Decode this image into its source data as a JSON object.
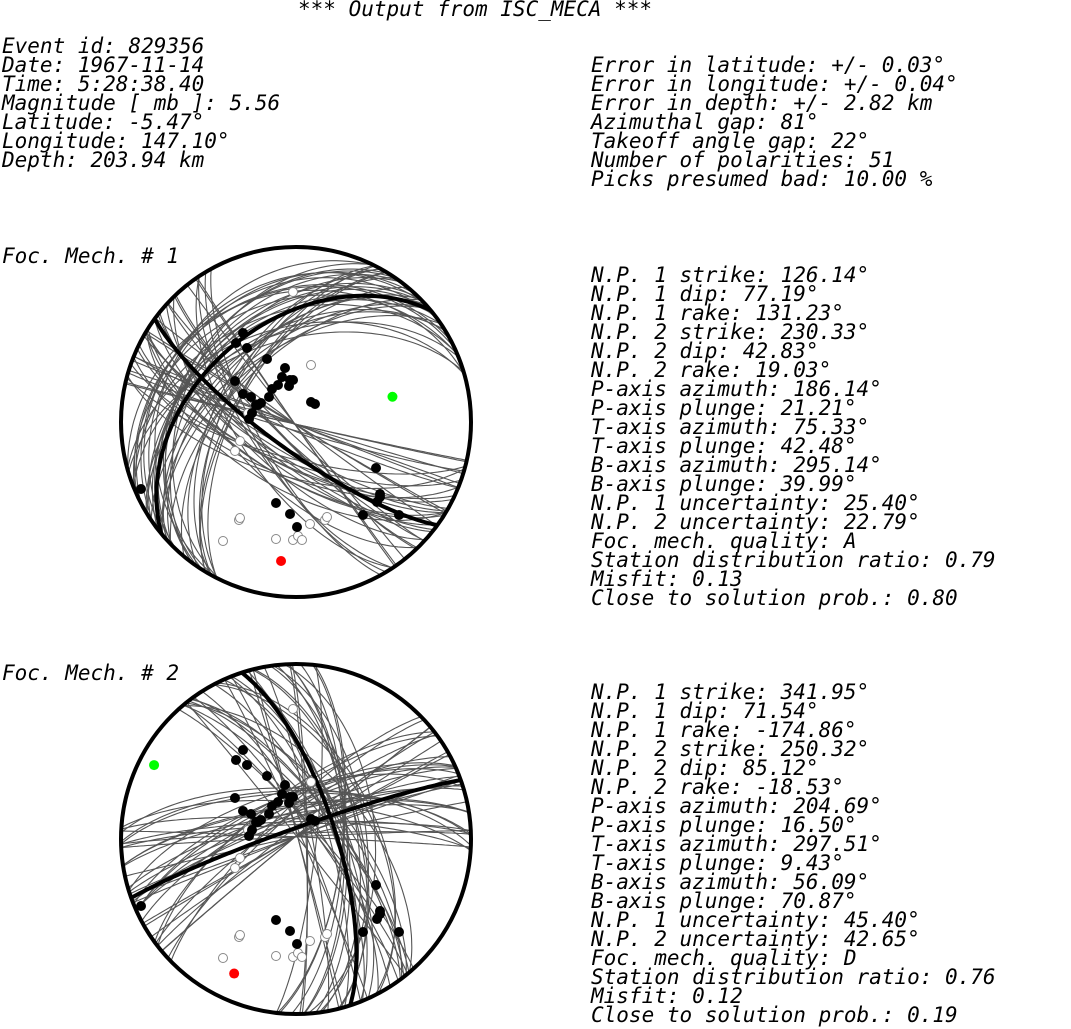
{
  "title": "*** Output from ISC_MECA ***",
  "event": [
    "Event id: 829356",
    "Date: 1967-11-14",
    "Time: 5:28:38.40",
    "Magnitude [ mb ]: 5.56",
    "Latitude: -5.47°",
    "Longitude: 147.10°",
    "Depth: 203.94 km"
  ],
  "errors": [
    "Error in latitude: +/- 0.03°",
    "Error in longitude: +/- 0.04°",
    "Error in depth: +/- 2.82 km",
    "Azimuthal gap: 81°",
    "Takeoff angle gap: 22°",
    "Number of polarities: 51",
    "Picks presumed bad: 10.00 %"
  ],
  "mechanisms": [
    {
      "label": "Foc. Mech. # 1",
      "params": [
        "N.P. 1 strike: 126.14°",
        "N.P. 1 dip: 77.19°",
        "N.P. 1 rake: 131.23°",
        "N.P. 2 strike: 230.33°",
        "N.P. 2 dip: 42.83°",
        "N.P. 2 rake: 19.03°",
        "P-axis azimuth: 186.14°",
        "P-axis plunge: 21.21°",
        "T-axis azimuth: 75.33°",
        "T-axis plunge: 42.48°",
        "B-axis azimuth: 295.14°",
        "B-axis plunge: 39.99°",
        "N.P. 1 uncertainty: 25.40°",
        "N.P. 2 uncertainty: 22.79°",
        "Foc. mech. quality: A",
        "Station distribution ratio: 0.79",
        "Misfit: 0.13",
        "Close to solution prob.: 0.80"
      ],
      "strike1": 126.14,
      "dip1": 77.19,
      "strike2": 230.33,
      "dip2": 42.83,
      "p_azimuth": 186.14,
      "p_plunge": 21.21,
      "t_azimuth": 75.33,
      "t_plunge": 42.48
    },
    {
      "label": "Foc. Mech. # 2",
      "params": [
        "N.P. 1 strike: 341.95°",
        "N.P. 1 dip: 71.54°",
        "N.P. 1 rake: -174.86°",
        "N.P. 2 strike: 250.32°",
        "N.P. 2 dip: 85.12°",
        "N.P. 2 rake: -18.53°",
        "P-axis azimuth: 204.69°",
        "P-axis plunge: 16.50°",
        "T-axis azimuth: 297.51°",
        "T-axis plunge: 9.43°",
        "B-axis azimuth: 56.09°",
        "B-axis plunge: 70.87°",
        "N.P. 1 uncertainty: 45.40°",
        "N.P. 2 uncertainty: 42.65°",
        "Foc. mech. quality: D",
        "Station distribution ratio: 0.76",
        "Misfit: 0.12",
        "Close to solution prob.: 0.19"
      ],
      "strike1": 341.95,
      "dip1": 71.54,
      "strike2": 250.32,
      "dip2": 85.12,
      "p_azimuth": 204.69,
      "p_plunge": 16.5,
      "t_azimuth": 297.51,
      "t_plunge": 9.43
    }
  ],
  "colors": {
    "text": "#000000",
    "uncertainty_planes": "#555555",
    "compression": "#000000",
    "dilatation": "#ffffff",
    "p_axis": "#ff0000",
    "t_axis": "#00ff00"
  },
  "polarities": {
    "compression": [
      [
        -53,
        -89
      ],
      [
        -60,
        -79
      ],
      [
        -49,
        -74
      ],
      [
        -29,
        -63
      ],
      [
        -11,
        -54
      ],
      [
        -14,
        -45
      ],
      [
        -7,
        -36
      ],
      [
        -18,
        -37
      ],
      [
        -24,
        -33
      ],
      [
        -27,
        -25
      ],
      [
        -38,
        -17
      ],
      [
        -40,
        -17
      ],
      [
        -44,
        -9
      ],
      [
        -47,
        -3
      ],
      [
        -61,
        -41
      ],
      [
        -53,
        -28
      ],
      [
        -45,
        -25
      ],
      [
        -35,
        -19
      ],
      [
        -6,
        -42
      ],
      [
        -3,
        -42
      ],
      [
        15,
        -20
      ],
      [
        19,
        -18
      ],
      [
        80,
        46
      ],
      [
        84,
        72
      ],
      [
        84,
        75
      ],
      [
        81,
        80
      ],
      [
        103,
        93
      ],
      [
        -20,
        81
      ],
      [
        -6,
        92
      ],
      [
        67,
        93
      ],
      [
        1,
        105
      ],
      [
        -155,
        67
      ]
    ],
    "dilatation": [
      [
        -3,
        -130
      ],
      [
        15,
        -57
      ],
      [
        -56,
        19
      ],
      [
        -61,
        29
      ],
      [
        -48,
        -9
      ],
      [
        -57,
        98
      ],
      [
        -56,
        96
      ],
      [
        -73,
        119
      ],
      [
        -20,
        117
      ],
      [
        -3,
        118
      ],
      [
        2,
        114
      ],
      [
        6,
        118
      ],
      [
        14,
        102
      ],
      [
        29,
        98
      ],
      [
        31,
        95
      ]
    ]
  }
}
